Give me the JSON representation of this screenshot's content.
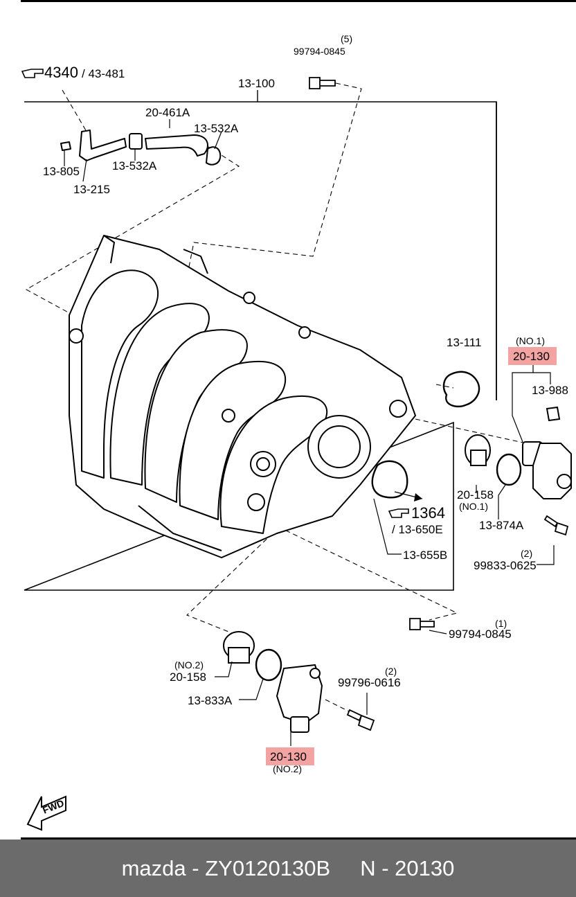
{
  "diagram": {
    "labels": {
      "ref_4340": "4340",
      "ref_43481": "/ 43-481",
      "bolt_top": "99794-0845",
      "bolt_top_qty": "(5)",
      "manifold": "13-100",
      "hose": "20-461A",
      "clamp_a": "13-532A",
      "clamp_b": "13-532A",
      "bolt_small": "13-805",
      "pipe": "13-215",
      "gasket_111": "13-111",
      "no1_tag": "(NO.1)",
      "valve_no1": "20-130",
      "plug_988": "13-988",
      "cap_158_no1": "20-158",
      "cap_158_no1_tag": "(NO.1)",
      "oring_874": "13-874A",
      "bolt_99833": "99833-0625",
      "bolt_99833_qty": "(2)",
      "ref_1364": "1364",
      "ref_650": "/ 13-650E",
      "gasket_655": "13-655B",
      "bolt_mid": "99794-0845",
      "bolt_mid_qty": "(1)",
      "no2_tag_cap": "(NO.2)",
      "cap_158_no2": "20-158",
      "oring_833": "13-833A",
      "bolt_99796": "99796-0616",
      "bolt_99796_qty": "(2)",
      "valve_no2": "20-130",
      "no2_tag_valve": "(NO.2)",
      "fwd": "FWD"
    },
    "highlight_color": "#f4a3a3"
  },
  "footer": {
    "text": "mazda - ZY0120130B     N - 20130",
    "background": "#6b6b6b"
  }
}
